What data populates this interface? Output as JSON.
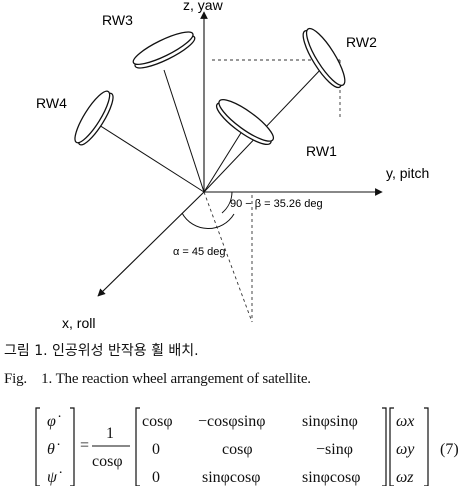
{
  "figure": {
    "axes": {
      "z": "z, yaw",
      "y": "y, pitch",
      "x": "x, roll"
    },
    "wheels": [
      "RW1",
      "RW2",
      "RW3",
      "RW4"
    ],
    "angles": {
      "beta": "90 − β = 35.26 deg",
      "alpha": "α = 45 deg"
    }
  },
  "caption": {
    "korean": "그림 1. 인공위성 반작용 휠 배치.",
    "english_prefix": "Fig.",
    "english_number": "1.",
    "english_text": "The reaction wheel arrangement of satellite."
  },
  "equation": {
    "lhs": [
      "φ̇",
      "θ̇",
      "ψ̇"
    ],
    "equals": "=",
    "frac_num": "1",
    "frac_den": "cosφ",
    "matrix": [
      [
        "cosφ",
        "−cosφsinφ",
        "sinφsinφ"
      ],
      [
        "0",
        "cosφ",
        "−sinφ"
      ],
      [
        "0",
        "sinφcosφ",
        "sinφcosφ"
      ]
    ],
    "rhs": [
      "ωx",
      "ωy",
      "ωz"
    ],
    "number": "(7)"
  }
}
